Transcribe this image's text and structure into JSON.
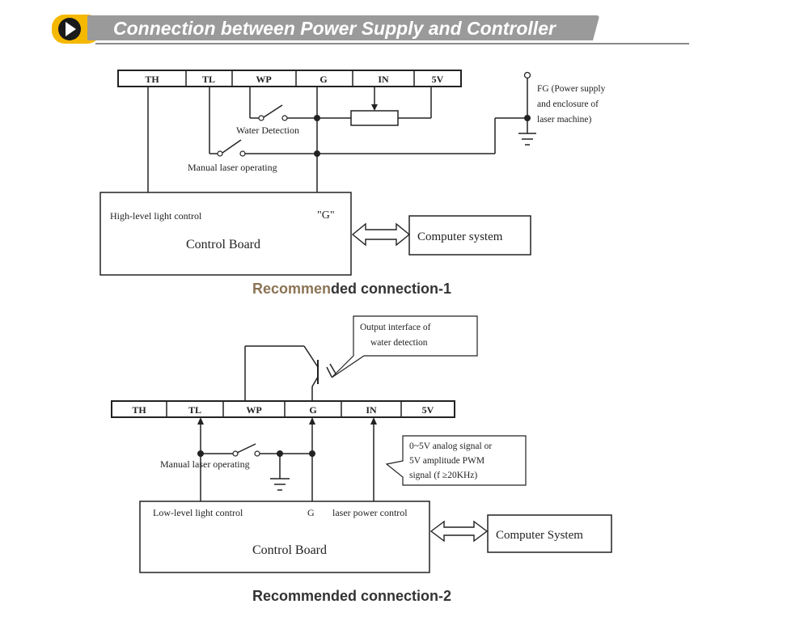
{
  "header": {
    "title": "Connection between Power Supply and Controller",
    "badge_color": "#f5b800",
    "bar_color": "#9a9a9a"
  },
  "diagram1": {
    "terminals": [
      "TH",
      "TL",
      "WP",
      "G",
      "IN",
      "5V"
    ],
    "water_detection_label": "Water Detection",
    "manual_laser_label": "Manual laser operating",
    "fg_note": [
      "FG (Power supply",
      "and enclosure of",
      "laser machine)"
    ],
    "control_board": {
      "high_level_label": "High-level light control",
      "g_label": "\"G\"",
      "name": "Control Board"
    },
    "computer_label": "Computer system",
    "caption_part1": "Recommen",
    "caption_part2": "ded connection-1"
  },
  "diagram2": {
    "terminals": [
      "TH",
      "TL",
      "WP",
      "G",
      "IN",
      "5V"
    ],
    "output_note": [
      "Output interface of",
      "water detection"
    ],
    "manual_laser_label": "Manual laser operating",
    "signal_note": [
      "0~5V analog signal or",
      "5V amplitude PWM",
      "signal (f ≥20KHz)"
    ],
    "control_board": {
      "low_level_label": "Low-level light control",
      "g_label": "G",
      "power_label": "laser power control",
      "name": "Control Board"
    },
    "computer_label": "Computer System",
    "caption": "Recommended connection-2"
  }
}
